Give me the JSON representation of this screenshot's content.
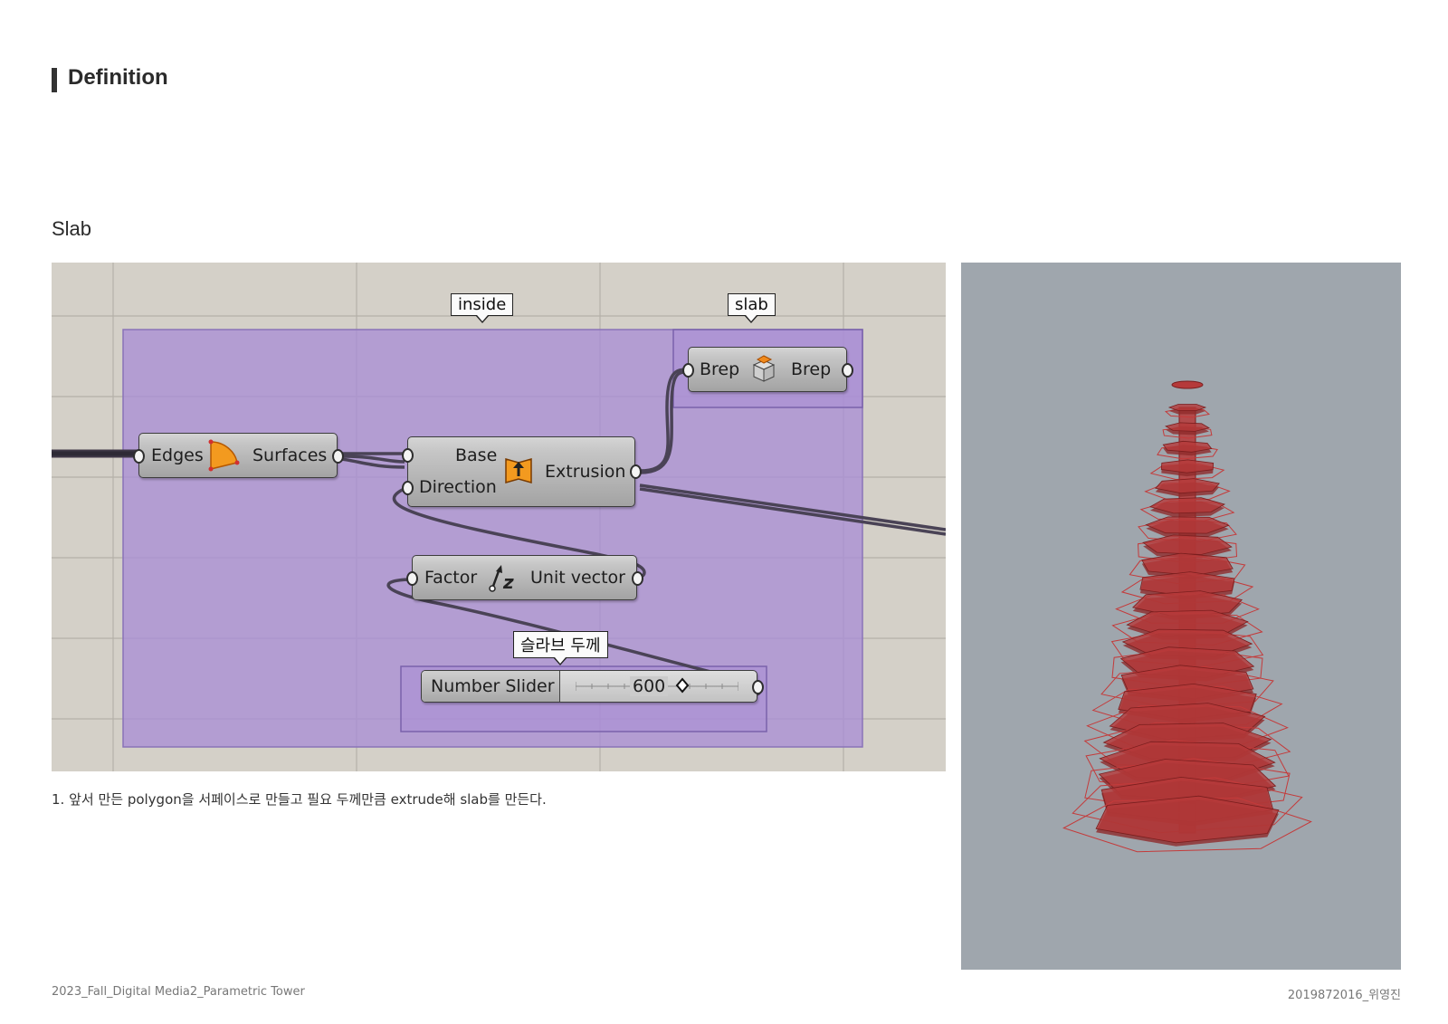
{
  "header": {
    "title": "Definition"
  },
  "section": {
    "title": "Slab"
  },
  "canvas": {
    "groups": [
      {
        "label": "inside",
        "color": "#b098d6"
      },
      {
        "label": "slab",
        "color": "#b098d6"
      },
      {
        "label": "슬라브 두께",
        "color": "#b098d6"
      }
    ],
    "components": {
      "brep": {
        "input": "Brep",
        "output": "Brep",
        "icon": "brep-icon"
      },
      "boundary": {
        "input": "Edges",
        "output": "Surfaces",
        "icon": "boundary-surfaces-icon"
      },
      "extrude": {
        "input1": "Base",
        "input2": "Direction",
        "output": "Extrusion",
        "icon": "extrude-icon"
      },
      "unitz": {
        "input": "Factor",
        "output": "Unit vector",
        "icon": "unit-z-icon"
      },
      "slider": {
        "label": "Number Slider",
        "value": "600",
        "icon": "slider-grip-icon"
      }
    }
  },
  "caption": "1. 앞서 만든 polygon을 서페이스로 만들고 필요 두께만큼 extrude해 slab를 만든다.",
  "viewport": {
    "object": "red-tower-slabs",
    "colors": {
      "fill": "#b53a3a",
      "edge": "#c43a3a",
      "background": "#9fa6ad"
    }
  },
  "footer": {
    "left": "2023_Fall_Digital Media2_Parametric Tower",
    "right": "2019872016_위영진"
  }
}
